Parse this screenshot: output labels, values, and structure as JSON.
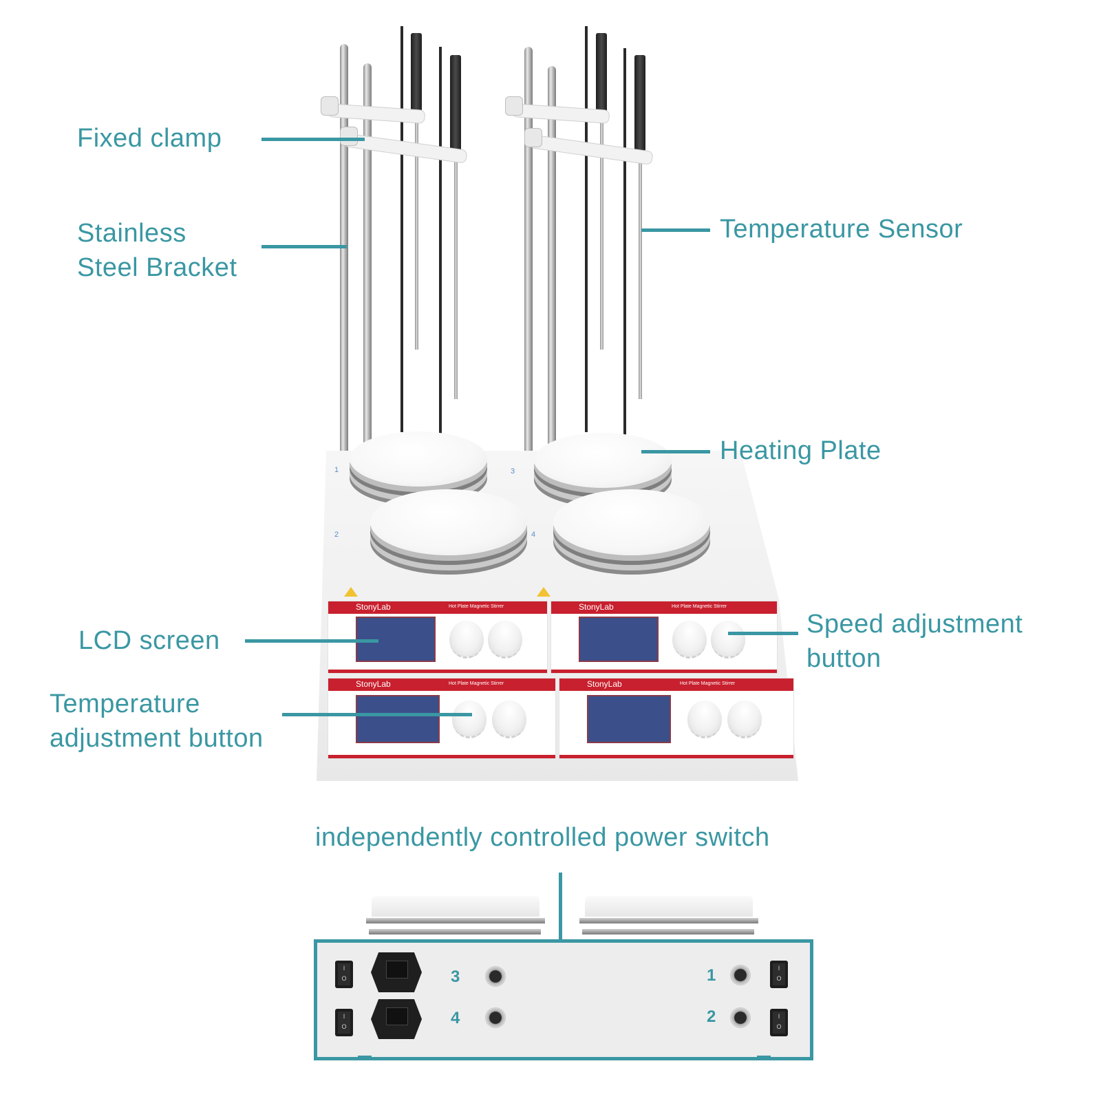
{
  "product": {
    "brand": "StonyLab",
    "panel_title": "Hot Plate Magnetic Stirrer",
    "heating_positions": [
      "1",
      "2",
      "3",
      "4"
    ]
  },
  "callouts": {
    "fixed_clamp": "Fixed clamp",
    "stainless_bracket_line1": "Stainless",
    "stainless_bracket_line2": "Steel Bracket",
    "temperature_sensor": "Temperature Sensor",
    "heating_plate": "Heating Plate",
    "lcd_screen": "LCD screen",
    "speed_adjustment_line1": "Speed adjustment",
    "speed_adjustment_line2": "button",
    "temperature_adjustment_line1": "Temperature",
    "temperature_adjustment_line2": "adjustment button",
    "power_switch": "independently controlled power switch"
  },
  "rear_panel": {
    "ports": [
      {
        "number": "3",
        "side": "left",
        "row": "top"
      },
      {
        "number": "4",
        "side": "left",
        "row": "bottom"
      },
      {
        "number": "1",
        "side": "right",
        "row": "top"
      },
      {
        "number": "2",
        "side": "right",
        "row": "bottom"
      }
    ],
    "switch_on_label": "I",
    "switch_off_label": "O"
  },
  "colors": {
    "accent_teal": "#3a97a3",
    "brand_red": "#c8202e",
    "lcd_blue": "#3b4f8a"
  }
}
